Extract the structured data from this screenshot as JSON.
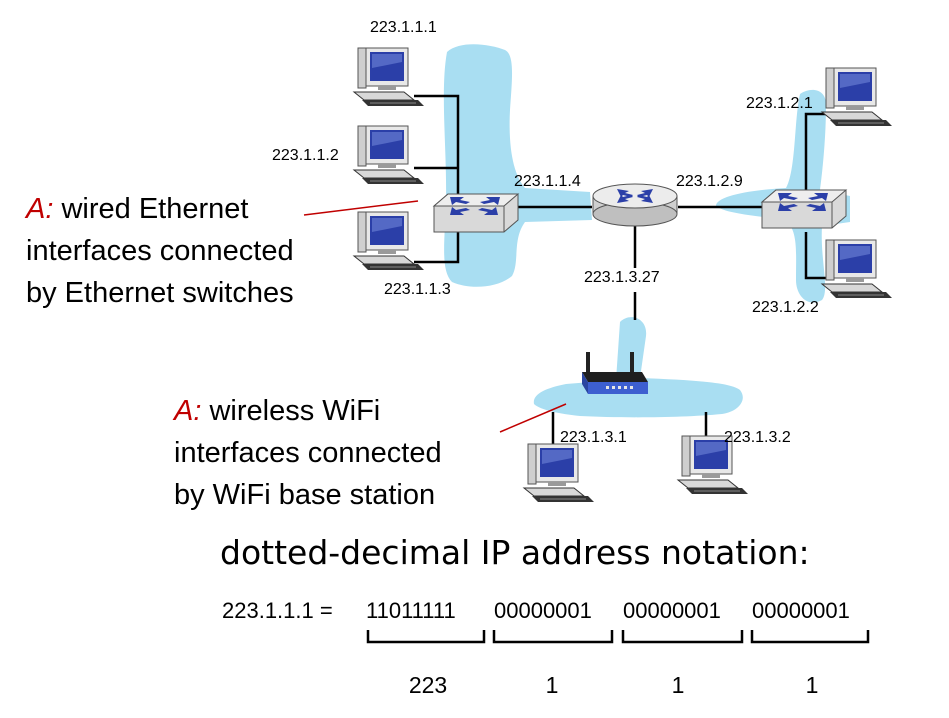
{
  "hosts": {
    "h1": "223.1.1.1",
    "h2": "223.1.1.2",
    "h3": "223.1.1.3",
    "h4": "223.1.2.1",
    "h5": "223.1.2.2",
    "h6": "223.1.3.1",
    "h7": "223.1.3.2"
  },
  "router_interfaces": {
    "r1": "223.1.1.4",
    "r2": "223.1.2.9",
    "r3": "223.1.3.27"
  },
  "callouts": {
    "wired": {
      "prefix": "A:",
      "line1": " wired Ethernet",
      "line2": "interfaces connected",
      "line3": "by Ethernet switches"
    },
    "wireless": {
      "prefix": "A:",
      "line1": " wireless WiFi",
      "line2": "interfaces connected",
      "line3": "by WiFi base station"
    }
  },
  "notation": {
    "title": "dotted-decimal IP address notation:",
    "address": "223.1.1.1 =",
    "octets": [
      "11011111",
      "00000001",
      "00000001",
      "00000001"
    ],
    "decimals": [
      "223",
      "1",
      "1",
      "1"
    ]
  },
  "colors": {
    "subnet_fill": "#a9def2",
    "device_blue": "#2b3fa8",
    "answer_red": "#c00000"
  }
}
